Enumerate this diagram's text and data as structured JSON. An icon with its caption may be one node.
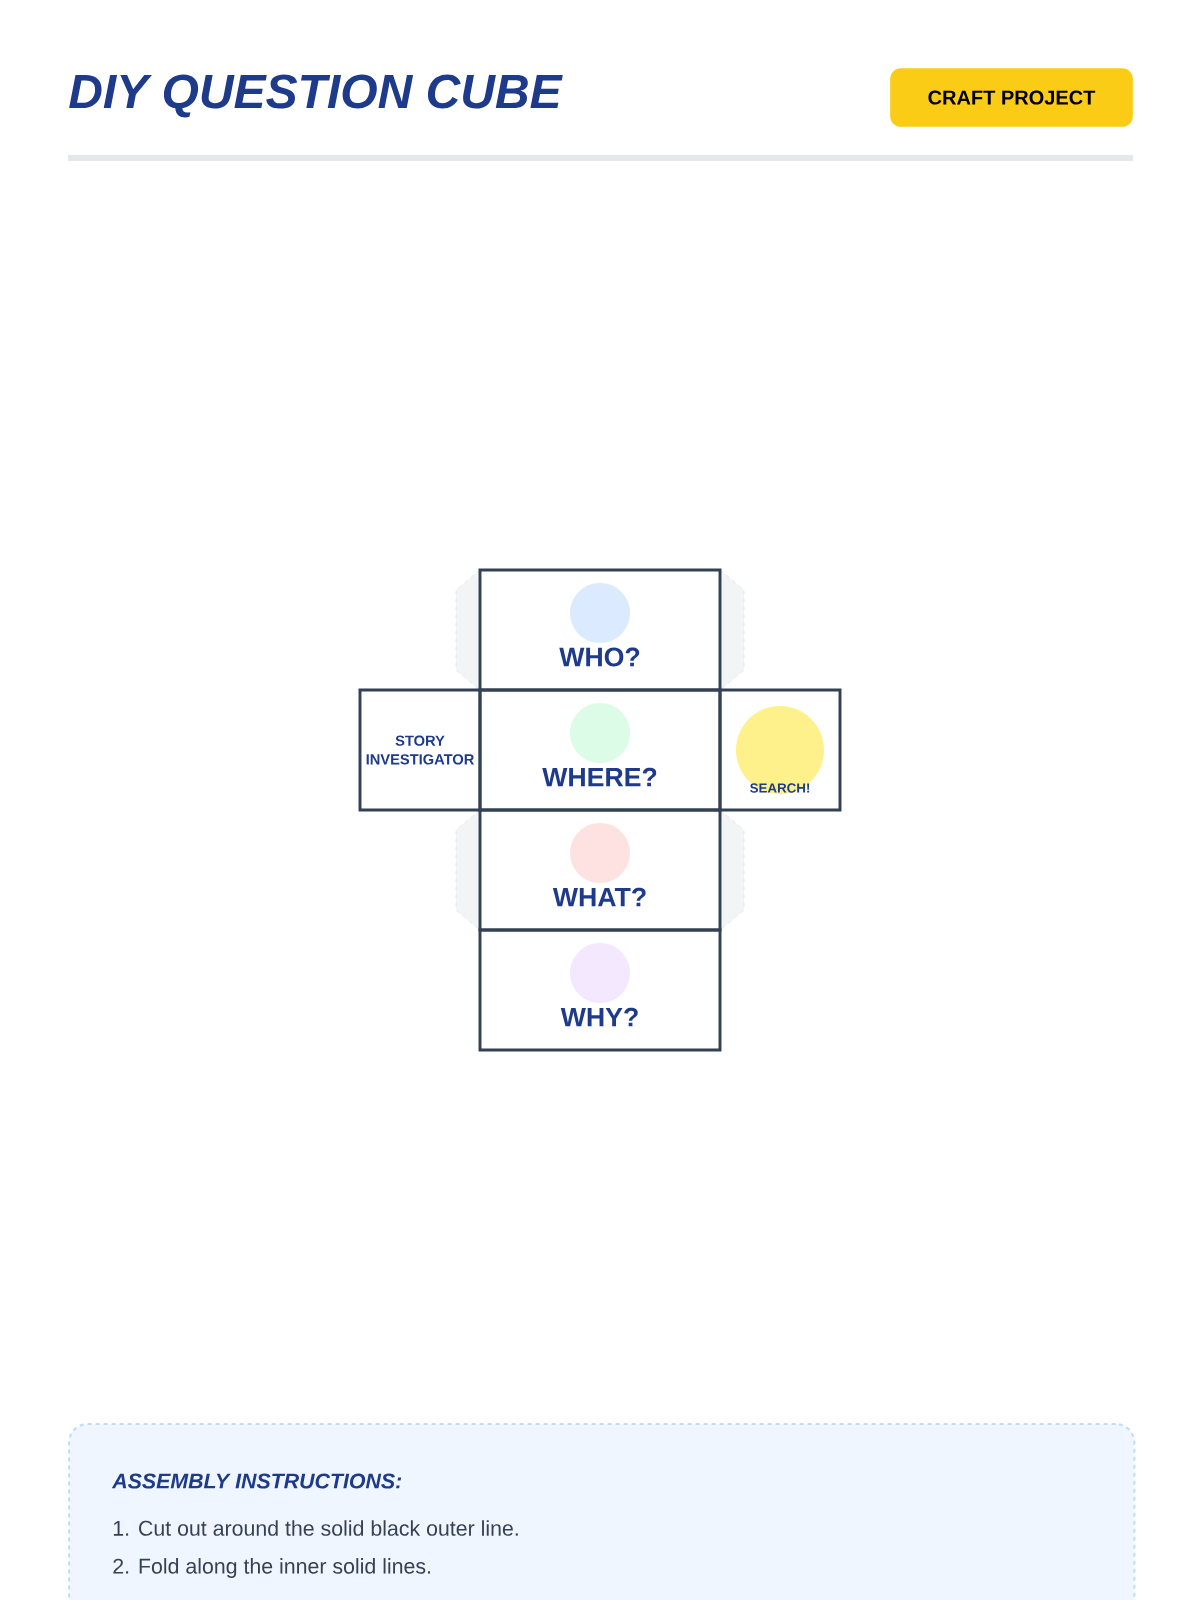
{
  "diagram": {
    "title": "DIY QUESTION CUBE",
    "nodes": [
      {
        "text": [
          "CRAFT PROJECT"
        ]
      },
      {
        "text": [
          "WHO?"
        ]
      },
      {
        "text": [
          "STORY INVESTIGATOR"
        ]
      },
      {
        "text": [
          "WHERE?"
        ]
      },
      {
        "text": [
          "SEARCH!"
        ]
      },
      {
        "text": [
          "WHAT?"
        ]
      },
      {
        "text": [
          "WHY?"
        ]
      },
      {
        "text": [
          "ASSEMBLY INSTRUCTIONS:",
          "1. Cut out around the solid black outer line.",
          "2. Fold along the inner solid lines."
        ]
      }
    ],
    "edges": []
  }
}
